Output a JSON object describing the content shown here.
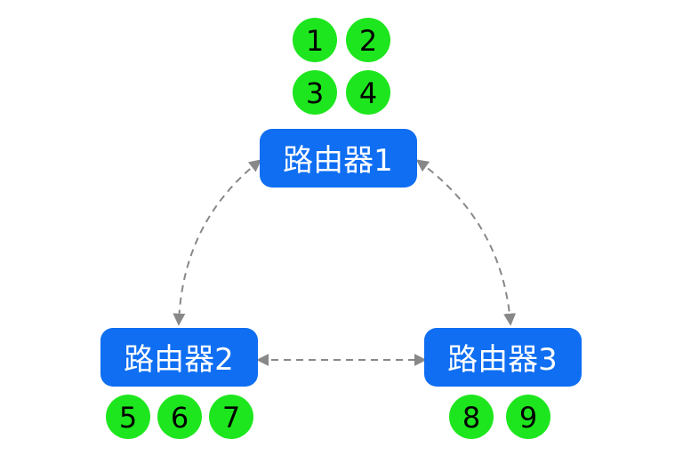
{
  "colors": {
    "router_fill": "#0f6ef2",
    "router_text": "#ffffff",
    "badge_fill": "#1ee61e",
    "badge_text": "#000000",
    "link_stroke": "#888888"
  },
  "routers": [
    {
      "label": "路由器1",
      "badges": [
        "1",
        "2",
        "3",
        "4"
      ]
    },
    {
      "label": "路由器2",
      "badges": [
        "5",
        "6",
        "7"
      ]
    },
    {
      "label": "路由器3",
      "badges": [
        "8",
        "9"
      ]
    }
  ],
  "links": [
    {
      "from": 0,
      "to": 1,
      "style": "dashed",
      "arrows": "both"
    },
    {
      "from": 0,
      "to": 2,
      "style": "dashed",
      "arrows": "both"
    },
    {
      "from": 1,
      "to": 2,
      "style": "dashed",
      "arrows": "both"
    }
  ]
}
